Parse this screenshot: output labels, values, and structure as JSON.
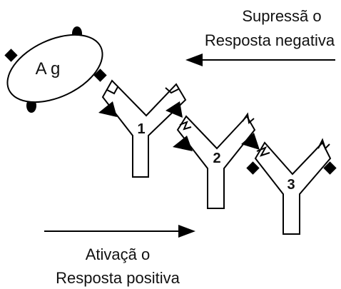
{
  "top_caption": {
    "line1": "Supressã o",
    "line2": "Resposta negativa"
  },
  "bottom_caption": {
    "line1": "Ativaçã o",
    "line2": "Resposta positiva"
  },
  "antigen": {
    "label": "A g"
  },
  "antibodies": [
    {
      "label": "1"
    },
    {
      "label": "2"
    },
    {
      "label": "3"
    }
  ]
}
